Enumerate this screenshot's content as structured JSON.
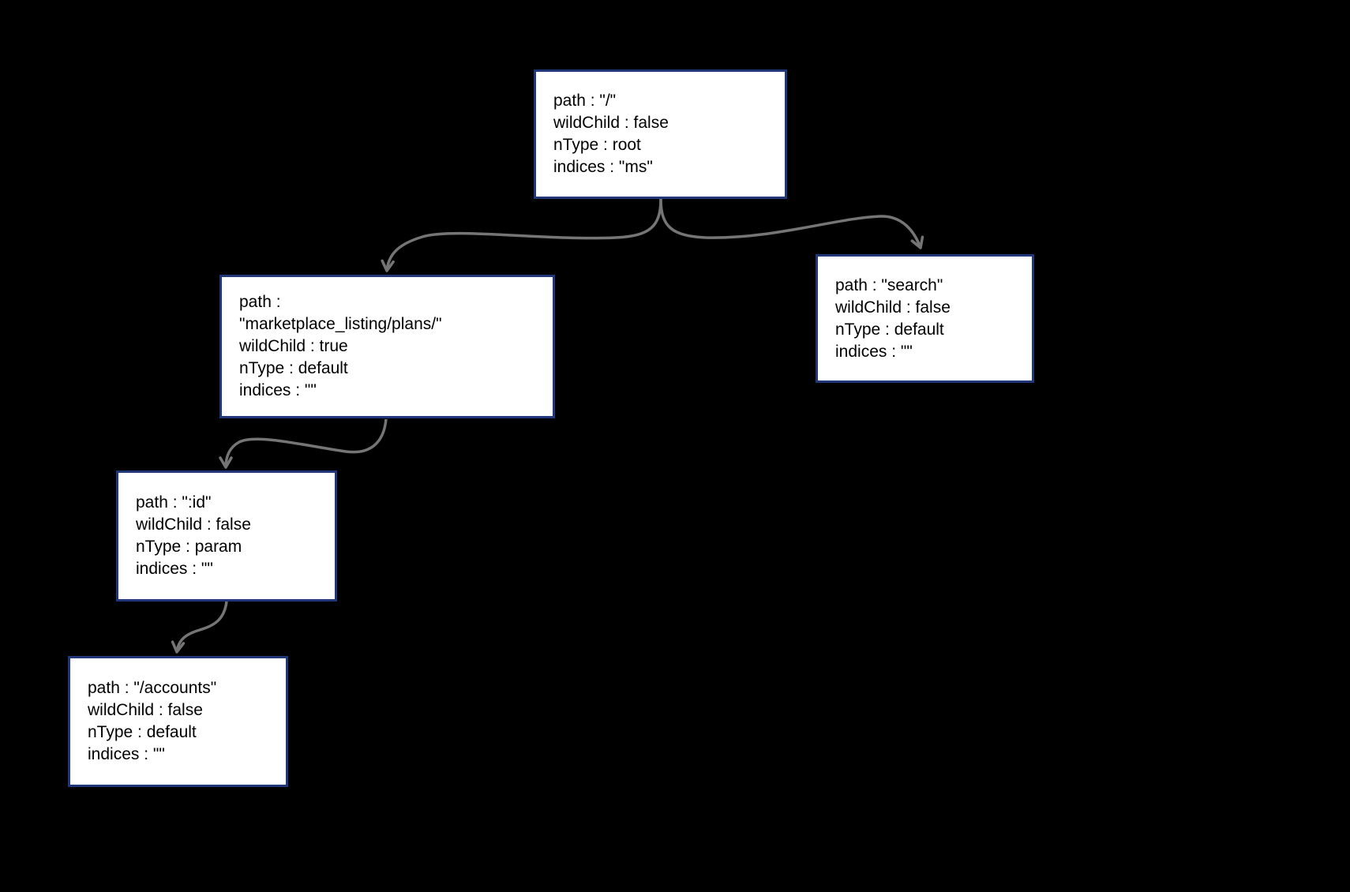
{
  "diagram": {
    "type": "tree",
    "description": "httprouter radix tree node diagram",
    "background": "#000000",
    "node_fill": "#ffffff",
    "node_border": "#20377a",
    "edge_color": "#757575",
    "text_color": "#000000",
    "nodes": [
      {
        "id": "root",
        "lines": [
          "path : \"/\"",
          "wildChild : false",
          "nType : root",
          "indices : \"ms\""
        ]
      },
      {
        "id": "marketplace-plans",
        "lines": [
          "path :",
          "\"marketplace_listing/plans/\"",
          "wildChild : true",
          "nType : default",
          "indices : \"\""
        ]
      },
      {
        "id": "search",
        "lines": [
          "path : \"search\"",
          "wildChild : false",
          "nType : default",
          "indices : \"\""
        ]
      },
      {
        "id": "id-param",
        "lines": [
          "path : \":id\"",
          "wildChild : false",
          "nType : param",
          "indices : \"\""
        ]
      },
      {
        "id": "accounts",
        "lines": [
          "path : \"/accounts\"",
          "wildChild : false",
          "nType : default",
          "indices : \"\""
        ]
      }
    ],
    "edges": [
      {
        "from": "root",
        "to": "marketplace-plans"
      },
      {
        "from": "root",
        "to": "search"
      },
      {
        "from": "marketplace-plans",
        "to": "id-param"
      },
      {
        "from": "id-param",
        "to": "accounts"
      }
    ]
  }
}
